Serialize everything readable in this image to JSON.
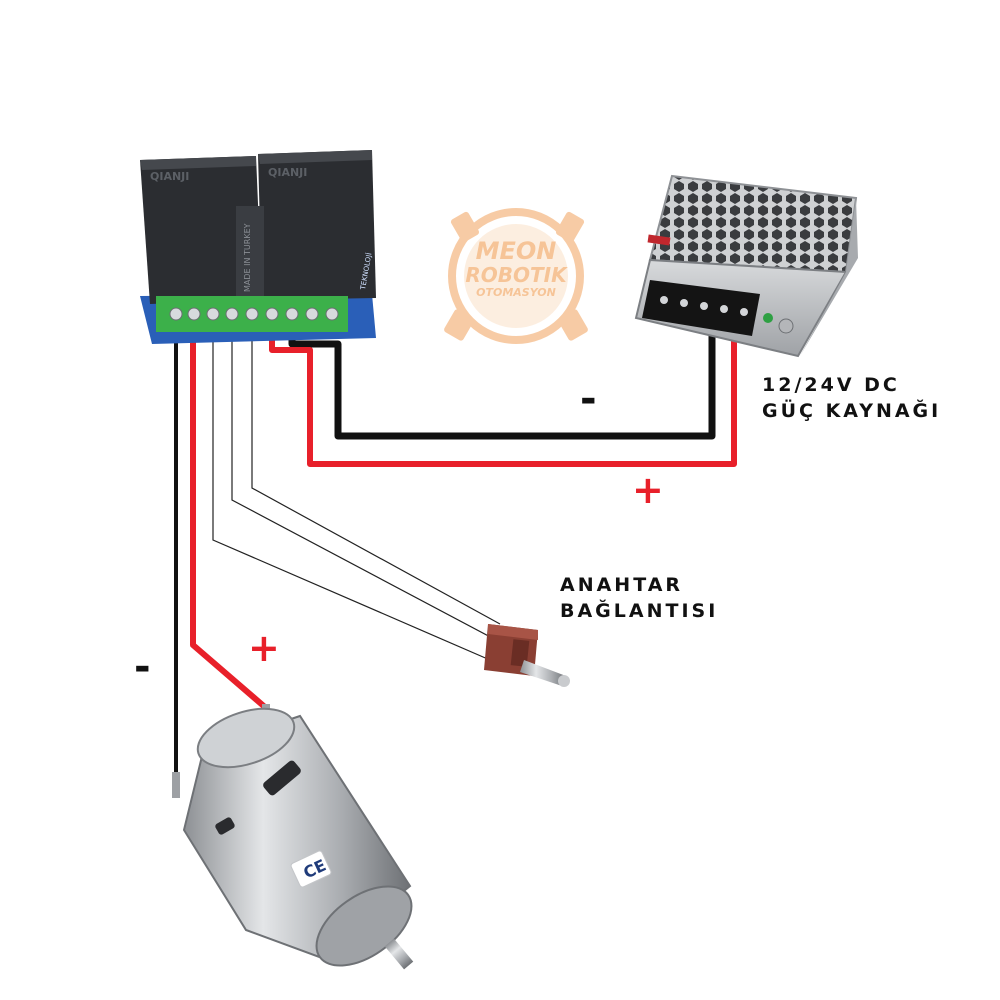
{
  "labels": {
    "power_supply": [
      "12/24V DC",
      "GÜÇ KAYNAĞI"
    ],
    "switch": [
      "ANAHTAR",
      "BAĞLANTISI"
    ]
  },
  "signs": {
    "supply_negative": "-",
    "supply_positive": "+",
    "motor_negative": "-",
    "motor_positive": "+"
  },
  "watermark": {
    "line1": "MEON",
    "line2": "ROBOTIK",
    "line3": "OTOMASYON"
  },
  "relay_module": {
    "relay_brand": "QIANJI",
    "board_text": "MADE IN TURKEY",
    "side_text": "TEKNOLOJİ"
  },
  "motor": {
    "mark": "CE"
  },
  "colors": {
    "wire_positive": "#e8202a",
    "wire_negative": "#111111",
    "wire_signal": "#222222",
    "relay_body": "#2b2d31",
    "board": "#2a5fb8",
    "terminal": "#3cb04a",
    "psu_metal": "#c4c6c9",
    "motor_metal": "#b9bcc0",
    "watermark": "#f2a25c"
  }
}
